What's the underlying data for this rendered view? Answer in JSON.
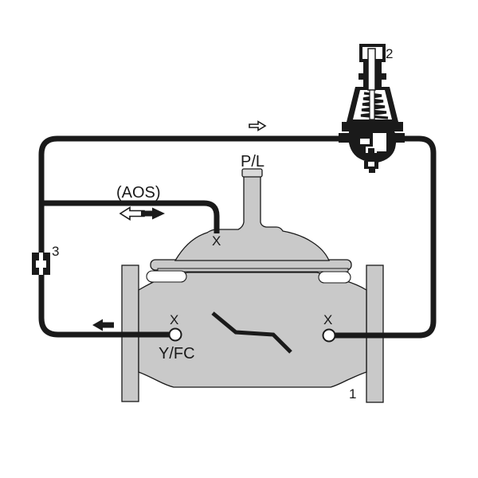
{
  "diagram": {
    "type": "hydraulic-control-valve-schematic",
    "labels": {
      "main_valve_number": "1",
      "pilot_valve_number": "2",
      "fitting_number": "3",
      "pressure_line": "P/L",
      "aos": "(AOS)",
      "cover_port": "X",
      "left_port": "X",
      "right_port": "X",
      "left_port_sub": "Y/FC"
    },
    "colors": {
      "line": "#1a1a1a",
      "valve_body_gray": "#c9c9c9",
      "stem_cap_gray": "#d9d9d9",
      "port_fill": "#ffffff",
      "background": "#ffffff"
    }
  }
}
